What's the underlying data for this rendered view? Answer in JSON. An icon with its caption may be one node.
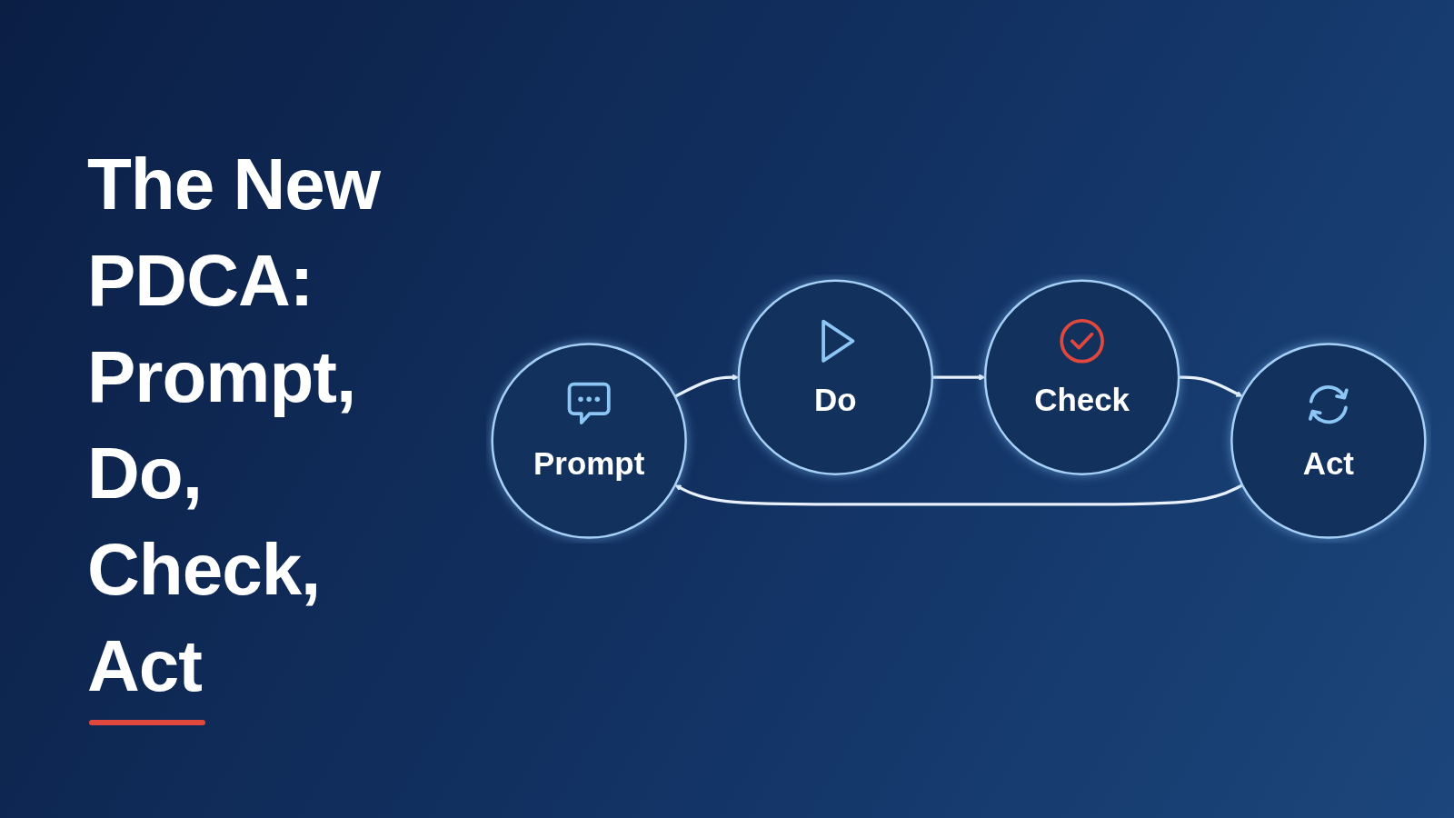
{
  "diagram": {
    "title": "The New PDCA: Prompt, Do, Check, Act",
    "nodes": [
      {
        "text": [
          "Prompt"
        ]
      },
      {
        "text": [
          "Do"
        ]
      },
      {
        "text": [
          "Check"
        ]
      },
      {
        "text": [
          "Act"
        ]
      }
    ],
    "edges": [
      {
        "from": 0,
        "to": 1,
        "arrow": "to"
      },
      {
        "from": 1,
        "to": 2,
        "arrow": "to"
      },
      {
        "from": 2,
        "to": 3,
        "arrow": "to"
      },
      {
        "from": 3,
        "to": 0,
        "arrow": "to"
      }
    ]
  }
}
